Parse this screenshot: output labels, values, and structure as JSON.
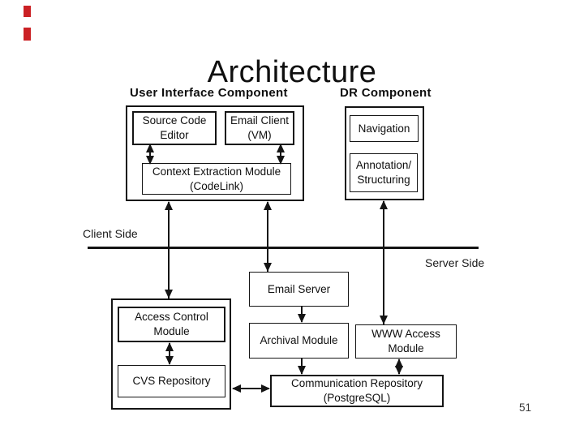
{
  "slide": {
    "title": "Architecture",
    "page_number": "51"
  },
  "sections": {
    "ui_component_label": "User Interface Component",
    "dr_component_label": "DR Component",
    "client_side_label": "Client Side",
    "server_side_label": "Server Side"
  },
  "boxes": {
    "source_code_editor": {
      "line1": "Source Code",
      "line2": "Editor"
    },
    "email_client": {
      "line1": "Email Client",
      "line2": "(VM)"
    },
    "context_extraction": {
      "line1": "Context Extraction Module",
      "line2": "(CodeLink)"
    },
    "navigation": {
      "line1": "Navigation"
    },
    "annotation_structuring": {
      "line1": "Annotation/",
      "line2": "Structuring"
    },
    "email_server": {
      "line1": "Email Server"
    },
    "archival_module": {
      "line1": "Archival Module"
    },
    "www_access_module": {
      "line1": "WWW Access",
      "line2": "Module"
    },
    "access_control_module": {
      "line1": "Access Control",
      "line2": "Module"
    },
    "cvs_repository": {
      "line1": "CVS Repository"
    },
    "communication_repository": {
      "line1": "Communication Repository",
      "line2": "(PostgreSQL)"
    }
  },
  "colors": {
    "line": "#141414",
    "accent_red": "#cb2125",
    "page_number": "#3a3a3a"
  }
}
